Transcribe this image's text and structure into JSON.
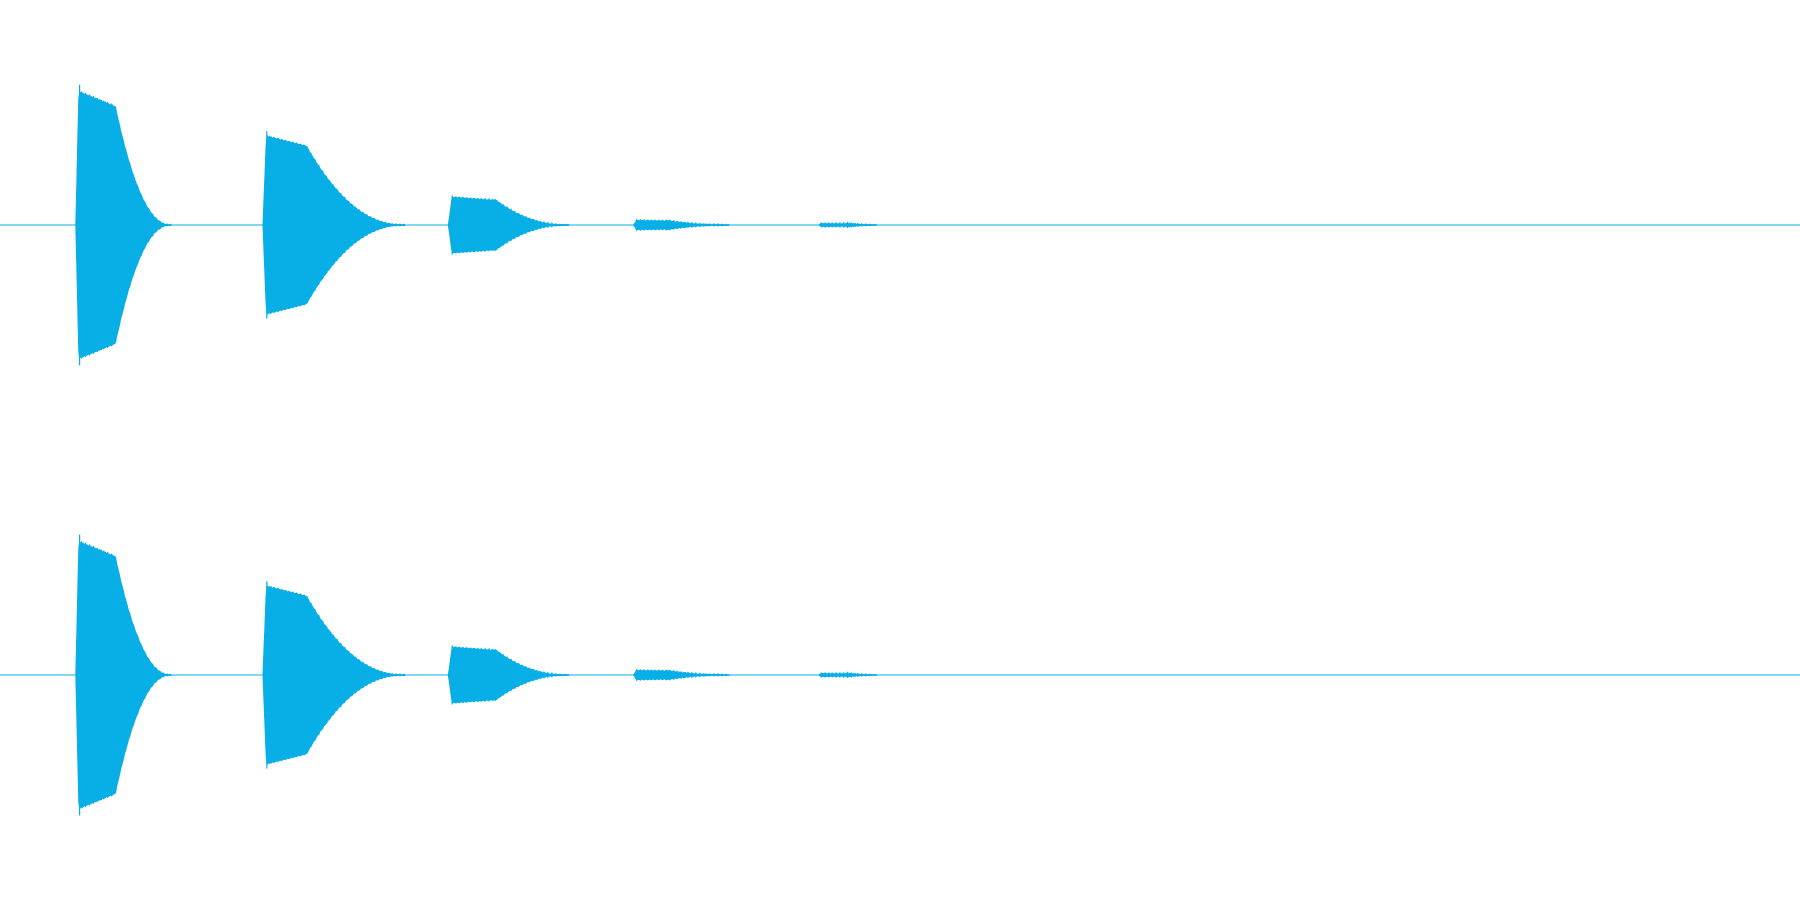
{
  "waveform": {
    "color": "#08aee6",
    "background": "#ffffff",
    "channel_count": 2,
    "duration_fraction_visible": 1.0,
    "bursts": [
      {
        "onset": 0.042,
        "peak_amplitude": 0.3,
        "decay_end": 0.095,
        "peak_plateau_end": 0.064
      },
      {
        "onset": 0.146,
        "peak_amplitude": 0.2,
        "decay_end": 0.225,
        "peak_plateau_end": 0.17
      },
      {
        "onset": 0.249,
        "peak_amplitude": 0.063,
        "decay_end": 0.316,
        "peak_plateau_end": 0.275
      },
      {
        "onset": 0.352,
        "peak_amplitude": 0.011,
        "decay_end": 0.405,
        "peak_plateau_end": 0.37
      },
      {
        "onset": 0.455,
        "peak_amplitude": 0.004,
        "decay_end": 0.487,
        "peak_plateau_end": 0.47
      }
    ]
  }
}
